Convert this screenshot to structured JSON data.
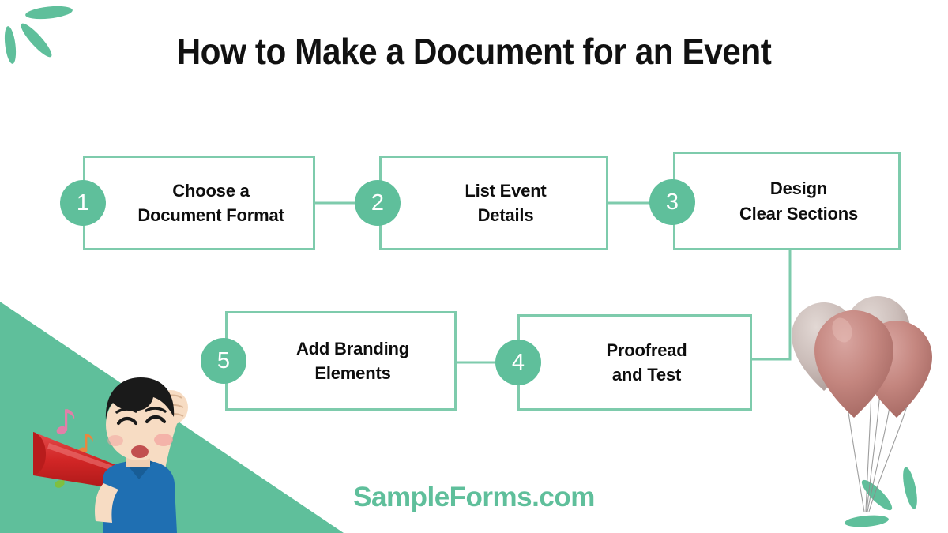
{
  "header": {
    "title": "How to Make a Document for an Event"
  },
  "footer": {
    "brand": "SampleForms.com"
  },
  "colors": {
    "accent_green": "#5FBF9B",
    "border_green": "#7ECBAC",
    "triangle_green": "#5FBF9B",
    "title_text": "#111111",
    "step_text": "#0d0d0d",
    "balloon_rose": "#C28A86",
    "balloon_beige": "#CFC3C0",
    "megaphone_red": "#D62B2B",
    "shirt_blue": "#1F6FB2",
    "hair_black": "#1A1A1A"
  },
  "flow": {
    "type": "process-flow",
    "step_count": 5,
    "direction": "serpentine-right-then-left",
    "steps": [
      {
        "number": "1",
        "label": "Choose a\nDocument Format"
      },
      {
        "number": "2",
        "label": "List Event\nDetails"
      },
      {
        "number": "3",
        "label": "Design\nClear Sections"
      },
      {
        "number": "4",
        "label": "Proofread\nand Test"
      },
      {
        "number": "5",
        "label": "Add Branding\nElements"
      }
    ]
  },
  "decorations": {
    "leaves_top_left": "green-leaves-icon",
    "leaves_bottom_right": "green-leaves-icon",
    "triangle_bottom_left": "green-triangle-shape",
    "balloons": "balloon-bunch-illustration",
    "character": "boy-with-megaphone-illustration",
    "music_notes": "music-note-icon"
  }
}
